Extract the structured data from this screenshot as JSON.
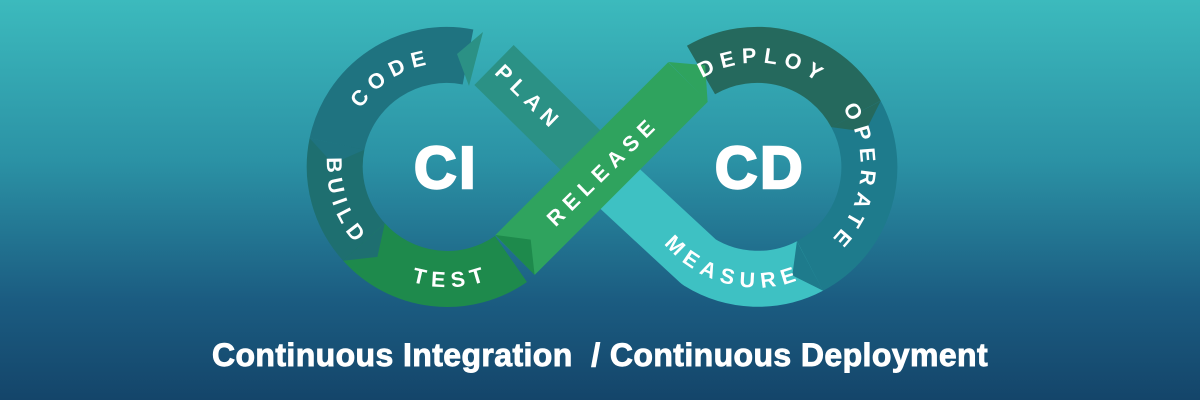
{
  "diagram": {
    "title_semantic": "CI/CD infinity loop",
    "ci_label": "CI",
    "cd_label": "CD",
    "caption": "Continuous Integration  / Continuous Deployment",
    "segments": [
      {
        "id": "plan",
        "label": "PLAN",
        "color": "#2b9185"
      },
      {
        "id": "code",
        "label": "CODE",
        "color": "#1f7380"
      },
      {
        "id": "build",
        "label": "BUILD",
        "color": "#1e6f70"
      },
      {
        "id": "test",
        "label": "TEST",
        "color": "#1e8a4c"
      },
      {
        "id": "release",
        "label": "RELEASE",
        "color": "#2fa35e"
      },
      {
        "id": "deploy",
        "label": "DEPLOY",
        "color": "#25695d"
      },
      {
        "id": "operate",
        "label": "OPERATE",
        "color": "#1e7b8c"
      },
      {
        "id": "measure",
        "label": "MEASURE",
        "color": "#3ec1c3"
      }
    ],
    "colors": {
      "background_top": "#3cbabd",
      "background_mid": "#2b92a5",
      "background_low": "#1b5c81",
      "background_bottom": "#14456a",
      "label_text": "#ffffff"
    }
  }
}
